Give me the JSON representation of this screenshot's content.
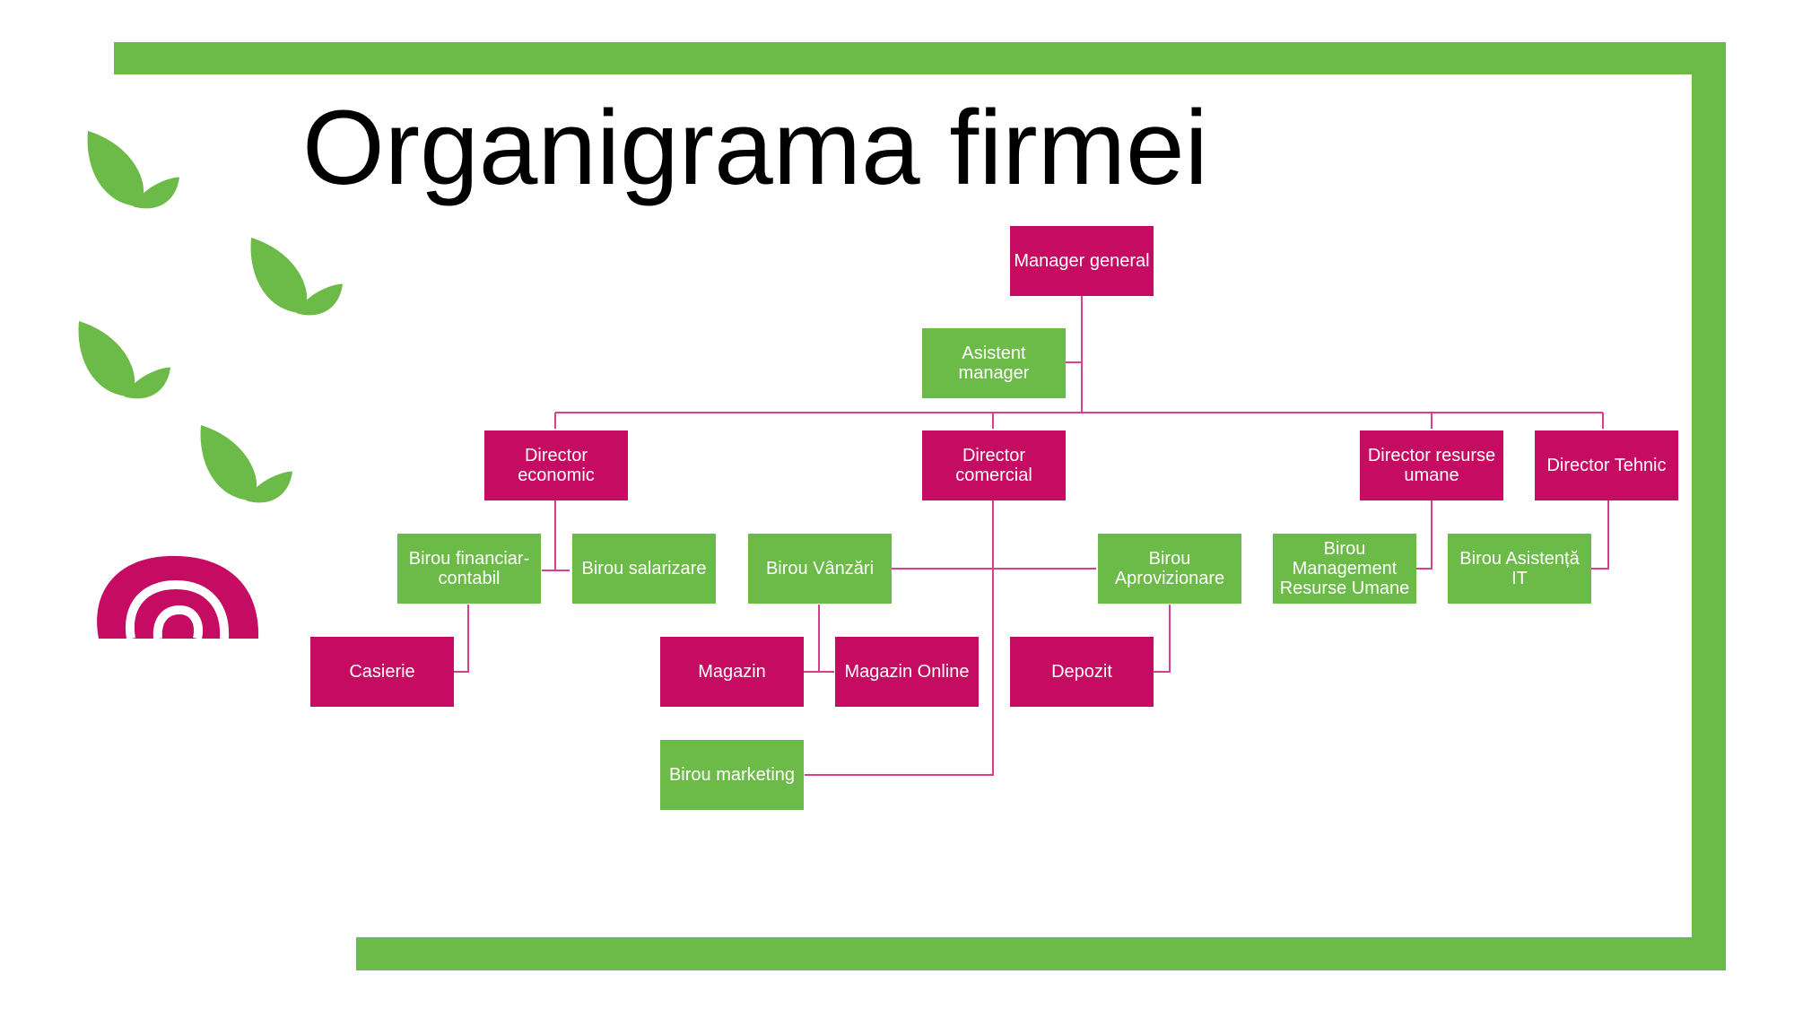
{
  "title": "Organigrama firmei",
  "colors": {
    "primary": "#c50b62",
    "secondary": "#6cba47",
    "connector": "#d6408e",
    "frame": "#6cba47"
  },
  "decor": {
    "leaf_icon": "leaf-pair-icon",
    "spiral_icon": "spiral-logo-icon"
  },
  "nodes": {
    "manager_general": "Manager general",
    "asistent_manager": "Asistent manager",
    "director_economic": "Director economic",
    "director_comercial": "Director comercial",
    "director_resurse_umane": "Director resurse umane",
    "director_tehnic": "Director Tehnic",
    "birou_financiar_contabil": "Birou financiar-contabil",
    "birou_salarizare": "Birou salarizare",
    "birou_vanzari": "Birou Vânzări",
    "birou_aprovizionare": "Birou Aprovizionare",
    "birou_management_resurse_umane": "Birou Management Resurse Umane",
    "birou_asistenta_it": "Birou Asistență IT",
    "casierie": "Casierie",
    "magazin": "Magazin",
    "magazin_online": "Magazin Online",
    "depozit": "Depozit",
    "birou_marketing": "Birou marketing"
  }
}
